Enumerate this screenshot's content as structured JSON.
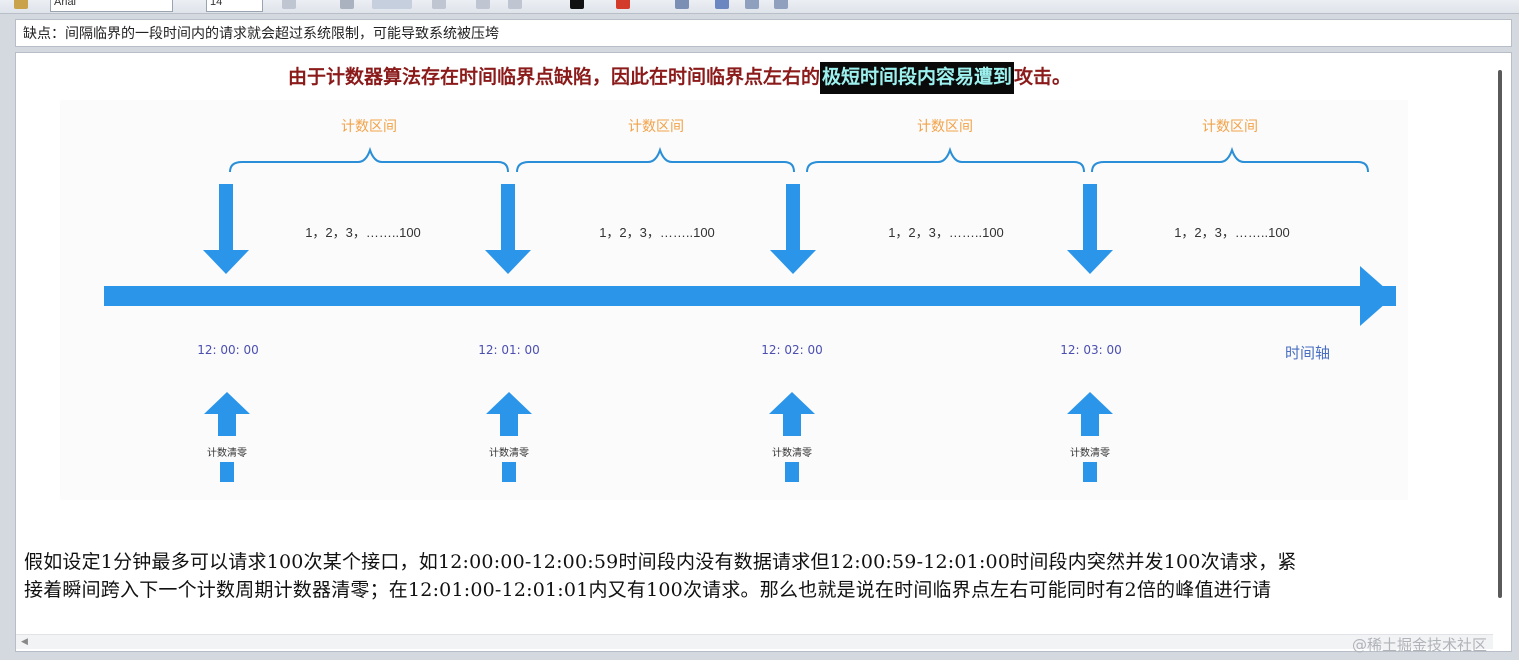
{
  "toolbar": {
    "font_name": "Arial",
    "font_size": "14"
  },
  "note": {
    "text": "缺点：间隔临界的一段时间内的请求就会超过系统限制，可能导致系统被压垮"
  },
  "headline": {
    "before": "由于计数器算法存在时间临界点缺陷，因此在时间临界点左右的",
    "highlight": "极短时间段内容易遭到",
    "after": "攻击。"
  },
  "diagram": {
    "interval_label": "计数区间",
    "sequence_label": "1，2，3，……..100",
    "times": [
      "12: 00: 00",
      "12: 01: 00",
      "12: 02: 00",
      "12: 03: 00"
    ],
    "axis_label": "时间轴",
    "reset_label": "计数清零",
    "colors": {
      "arrow": "#2b95ea",
      "brace": "#2b8fd8",
      "interval_text": "#f2a348",
      "time_text": "#4b4fb0"
    }
  },
  "paragraph": {
    "line1": "假如设定1分钟最多可以请求100次某个接口，如12:00:00-12:00:59时间段内没有数据请求但12:00:59-12:01:00时间段内突然并发100次请求，紧",
    "line2": "接着瞬间跨入下一个计数周期计数器清零；在12:01:00-12:01:01内又有100次请求。那么也就是说在时间临界点左右可能同时有2倍的峰值进行请"
  },
  "watermark": "@稀土掘金技术社区"
}
